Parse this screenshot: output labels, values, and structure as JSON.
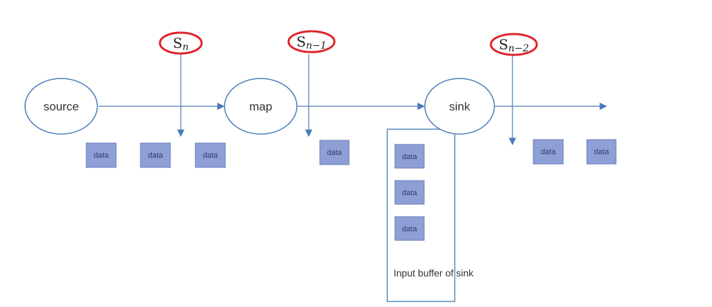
{
  "colors": {
    "line": "#4a7ab8",
    "node_stroke": "#4a7ab8",
    "packet_fill": "#8e9fd6",
    "packet_stroke": "#6a7db8",
    "barrier_ring": "#e0242a",
    "buffer_stroke": "#5a8ac0"
  },
  "nodes": [
    {
      "id": "source",
      "label": "source"
    },
    {
      "id": "map",
      "label": "map"
    },
    {
      "id": "sink",
      "label": "sink"
    }
  ],
  "barriers": [
    {
      "base": "S",
      "sub": "n"
    },
    {
      "base": "S",
      "sub": "n−1"
    },
    {
      "base": "S",
      "sub": "n−2"
    }
  ],
  "packets": [
    {
      "label": "data"
    },
    {
      "label": "data"
    },
    {
      "label": "data"
    },
    {
      "label": "data"
    },
    {
      "label": "data"
    },
    {
      "label": "data"
    }
  ],
  "buffer": {
    "label": "Input buffer of sink",
    "packets": [
      {
        "label": "data"
      },
      {
        "label": "data"
      },
      {
        "label": "data"
      }
    ]
  }
}
